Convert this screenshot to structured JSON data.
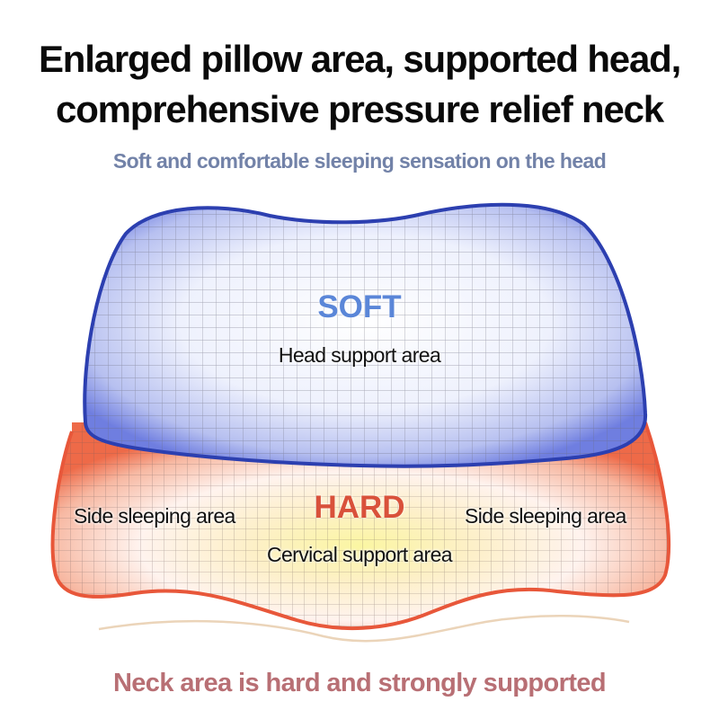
{
  "header": {
    "title_line1": "Enlarged pillow area, supported head,",
    "title_line2": "comprehensive pressure relief neck",
    "subtitle": "Soft and comfortable sleeping sensation on the head"
  },
  "diagram": {
    "top_zone": {
      "firmness_label": "SOFT",
      "area_label": "Head support area",
      "outline_color": "#2c3fb0",
      "fill_color": "#b9c3f2"
    },
    "bottom_zone": {
      "firmness_label": "HARD",
      "left_label": "Side sleeping area",
      "right_label": "Side sleeping area",
      "center_label": "Cervical support area",
      "outline_color": "#e8573a",
      "fill_color": "#f7b39a",
      "center_glow_color": "#fbf4a6"
    }
  },
  "footer": {
    "caption": "Neck area is hard and strongly supported"
  }
}
